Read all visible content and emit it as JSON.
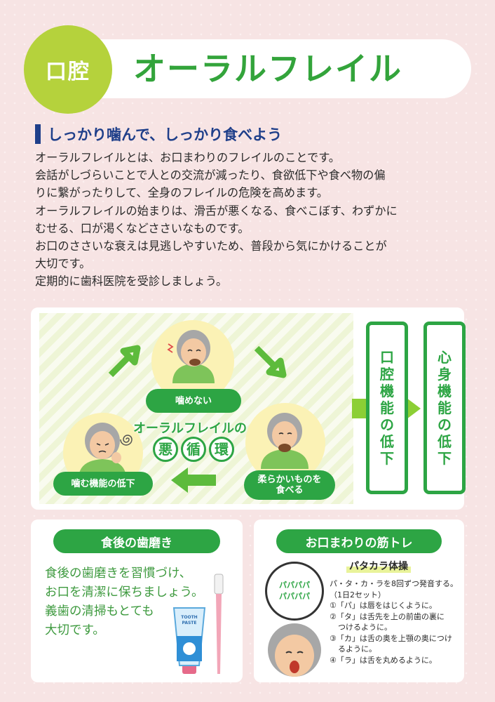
{
  "header": {
    "badge": "口腔",
    "title": "オーラルフレイル"
  },
  "section": {
    "heading": "しっかり噛んで、しっかり食べよう"
  },
  "intro": {
    "p1": "オーラルフレイルとは、お口まわりのフレイルのことです。",
    "p2a": "会話がしづらいことで人との交流が減ったり、食欲低下や食べ物の偏",
    "p2b": "りに繋がったりして、全身のフレイルの危険を高めます。",
    "p3a": "オーラルフレイルの始まりは、滑舌が悪くなる、食べこぼす、わずかに",
    "p3b": "むせる、口が渇くなどささいなものです。",
    "p4a": "お口のささいな衰えは見逃しやすいため、普段から気にかけることが",
    "p4b": "大切です。",
    "p5": "定期的に歯科医院を受診しましょう。"
  },
  "cycle": {
    "label_top": "噛めない",
    "label_right_line1": "柔らかいものを",
    "label_right_line2": "食べる",
    "label_left": "噛む機能の低下",
    "center_line1": "オーラルフレイルの",
    "center_chars": [
      "悪",
      "循",
      "環"
    ],
    "box1_chars": [
      "口",
      "腔",
      "機",
      "能",
      "の",
      "低",
      "下"
    ],
    "box2_chars": [
      "心",
      "身",
      "機",
      "能",
      "の",
      "低",
      "下"
    ]
  },
  "brushing": {
    "title": "食後の歯磨き",
    "line1": "食後の歯磨きを習慣づけ、",
    "line2": "お口を清潔に保ちましょう。",
    "line3": "義歯の清掃もとても",
    "line4": "大切です。",
    "toothpaste_label_line1": "TOOTH",
    "toothpaste_label_line2": "PASTE"
  },
  "training": {
    "title": "お口まわりの筋トレ",
    "speech_line1": "パパパパ",
    "speech_line2": "パパパパ",
    "exercise_title": "パタカラ体操",
    "line1": "パ・タ・カ・ラを8回ずつ発音する。",
    "line2": "（1日2セット）",
    "step1": "①「パ」は唇をはじくように。",
    "step2a": "②「タ」は舌先を上の前歯の裏に",
    "step2b": "つけるように。",
    "step3a": "③「カ」は舌の奥を上顎の奥につけ",
    "step3b": "るように。",
    "step4": "④「ラ」は舌を丸めるように。"
  },
  "colors": {
    "background": "#f7e4e4",
    "accent_green": "#2da544",
    "title_green": "#33a43b",
    "badge_lime": "#b5d23c",
    "heading_navy": "#1f3f8a"
  }
}
